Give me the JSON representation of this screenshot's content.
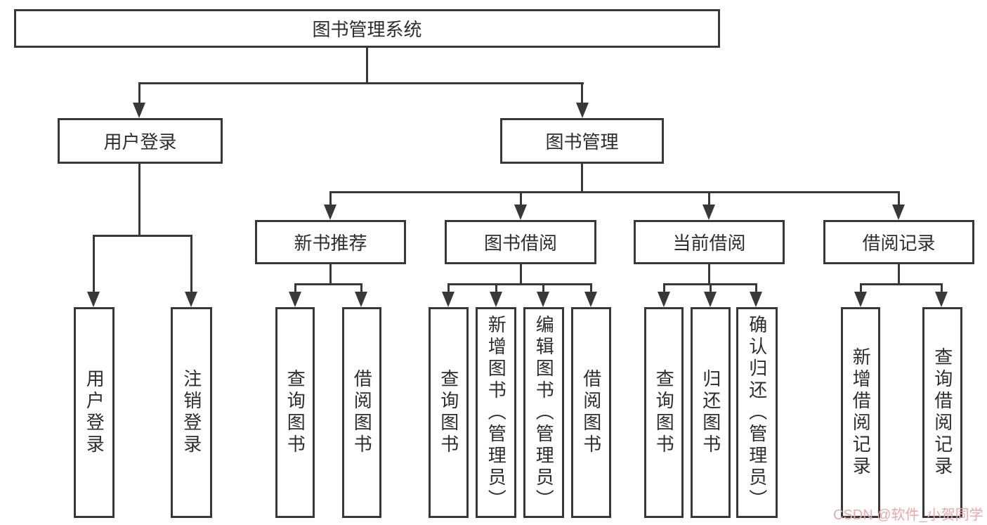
{
  "diagram": {
    "root": "图书管理系统",
    "level2": {
      "user_login": "用户登录",
      "book_management": "图书管理"
    },
    "level3": {
      "new_book_recommend": "新书推荐",
      "book_borrow": "图书借阅",
      "current_borrow": "当前借阅",
      "borrow_records": "借阅记录"
    },
    "leaves": {
      "user_login": [
        "用户登录",
        "注销登录"
      ],
      "new_book_recommend": [
        "查询图书",
        "借阅图书"
      ],
      "book_borrow": [
        "查询图书",
        "新增图书（管理员）",
        "编辑图书（管理员）",
        "借阅图书"
      ],
      "current_borrow": [
        "查询图书",
        "归还图书",
        "确认归还（管理员）"
      ],
      "borrow_records": [
        "新增借阅记录",
        "查询借阅记录"
      ]
    }
  },
  "watermark": {
    "text": "CSDN @软件_小贺同学"
  },
  "colors": {
    "line": "#383838",
    "text": "#2D2D2D",
    "background": "#FFFFFF",
    "watermark": "#EFA7A7"
  }
}
